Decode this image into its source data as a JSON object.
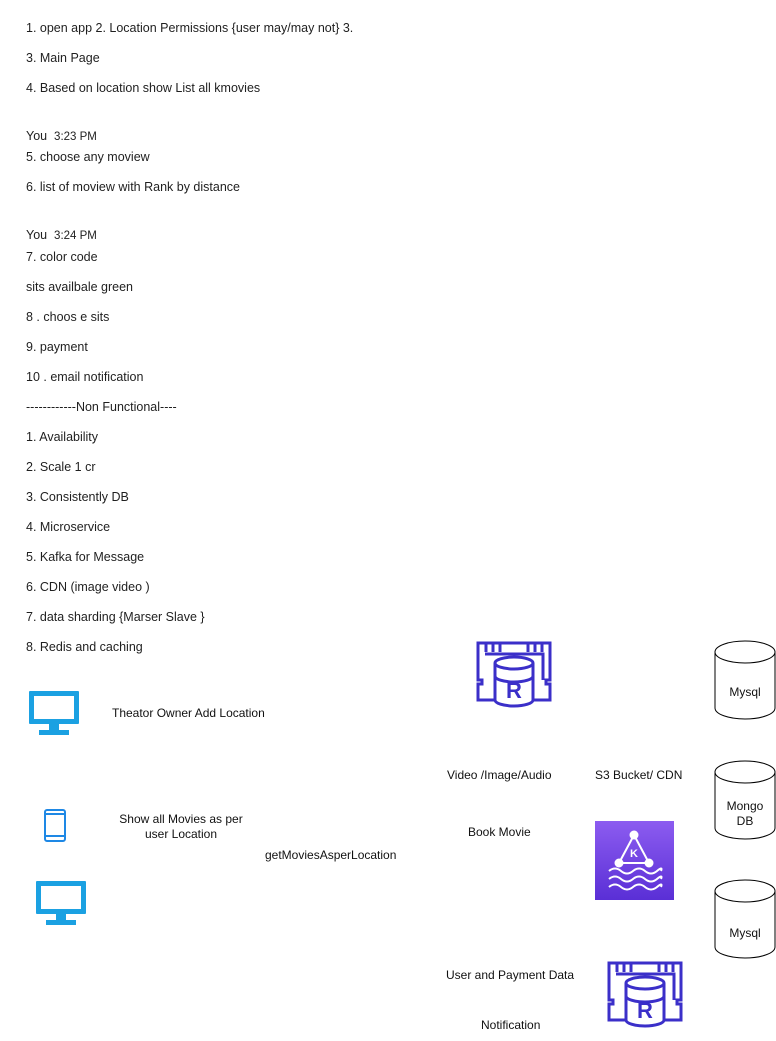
{
  "notes": {
    "line1": "1. open app 2. Location Permissions {user may/may not} 3.",
    "line2": "3. Main Page",
    "line3": "4. Based on location show List all kmovies",
    "meta1_author": "You",
    "meta1_time": "3:23 PM",
    "line4": "5. choose any moview",
    "line5": "6. list of moview with Rank by distance",
    "meta2_author": "You",
    "meta2_time": "3:24 PM",
    "line6": "7. color code",
    "line7": "sits availbale green",
    "line8": "8 . choos e sits",
    "line9": "9. payment",
    "line10": "10 . email notification",
    "separator": "------------Non Functional----",
    "nf1": "1. Availability",
    "nf2": "2. Scale 1 cr",
    "nf3": "3. Consistently DB",
    "nf4": "4. Microservice",
    "nf5": "5. Kafka for Message",
    "nf6": "6. CDN (image video )",
    "nf7": "7. data sharding {Marser Slave }",
    "nf8": "8. Redis and caching"
  },
  "diagram": {
    "theator_label": "Theator Owner Add Location",
    "show_movies_label": "Show all Movies as per user Location",
    "get_movies_label": "getMoviesAsperLocation",
    "video_label": "Video /Image/Audio",
    "s3_label": "S3 Bucket/ CDN",
    "book_label": "Book Movie",
    "user_payment_label": "User and Payment Data",
    "notification_label": "Notification",
    "db1_label": "Mysql",
    "db2_label": "Mongo DB",
    "db3_label": "Mysql",
    "kafka_badge": "K",
    "redis_badge": "R"
  },
  "colors": {
    "monitor": "#1ba1e2",
    "phone": "#1e88e5",
    "redis": "#3b2fc9",
    "kafka_top": "#8c5cf0",
    "kafka_bottom": "#5a2fd6"
  },
  "icons": [
    "monitor-icon",
    "phone-icon",
    "redis-icon",
    "kafka-icon",
    "database-icon"
  ]
}
